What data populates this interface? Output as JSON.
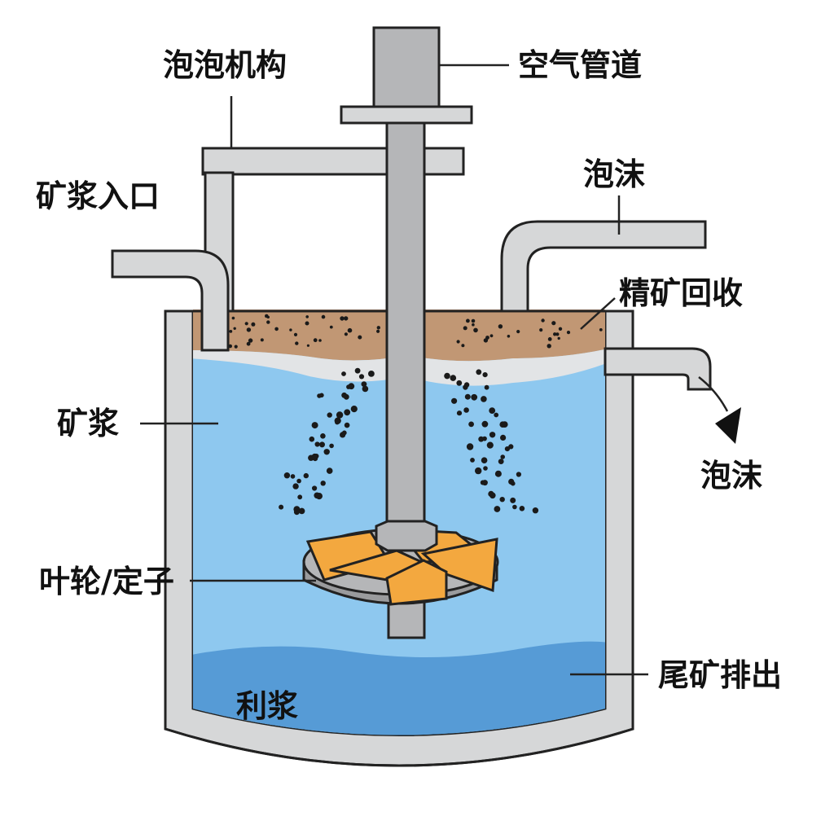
{
  "labels": {
    "bubble_mechanism": "泡泡机构",
    "air_pipe": "空气管道",
    "slurry_inlet": "矿浆入口",
    "froth_top": "泡沫",
    "concentrate": "精矿回收",
    "slurry": "矿浆",
    "froth_out": "泡沫",
    "impeller": "叶轮/定子",
    "tailings": "尾矿排出",
    "bottom_slurry": "利浆"
  },
  "colors": {
    "tank_wall": "#d6d7d8",
    "outline": "#222222",
    "slurry": "#8ec8ef",
    "slurry_deep": "#569bd6",
    "froth": "#c19774",
    "froth_edge": "#e2e4e6",
    "impeller": "#f3a83f",
    "shaft": "#b5b6b8",
    "particle": "#1a1a1a"
  }
}
